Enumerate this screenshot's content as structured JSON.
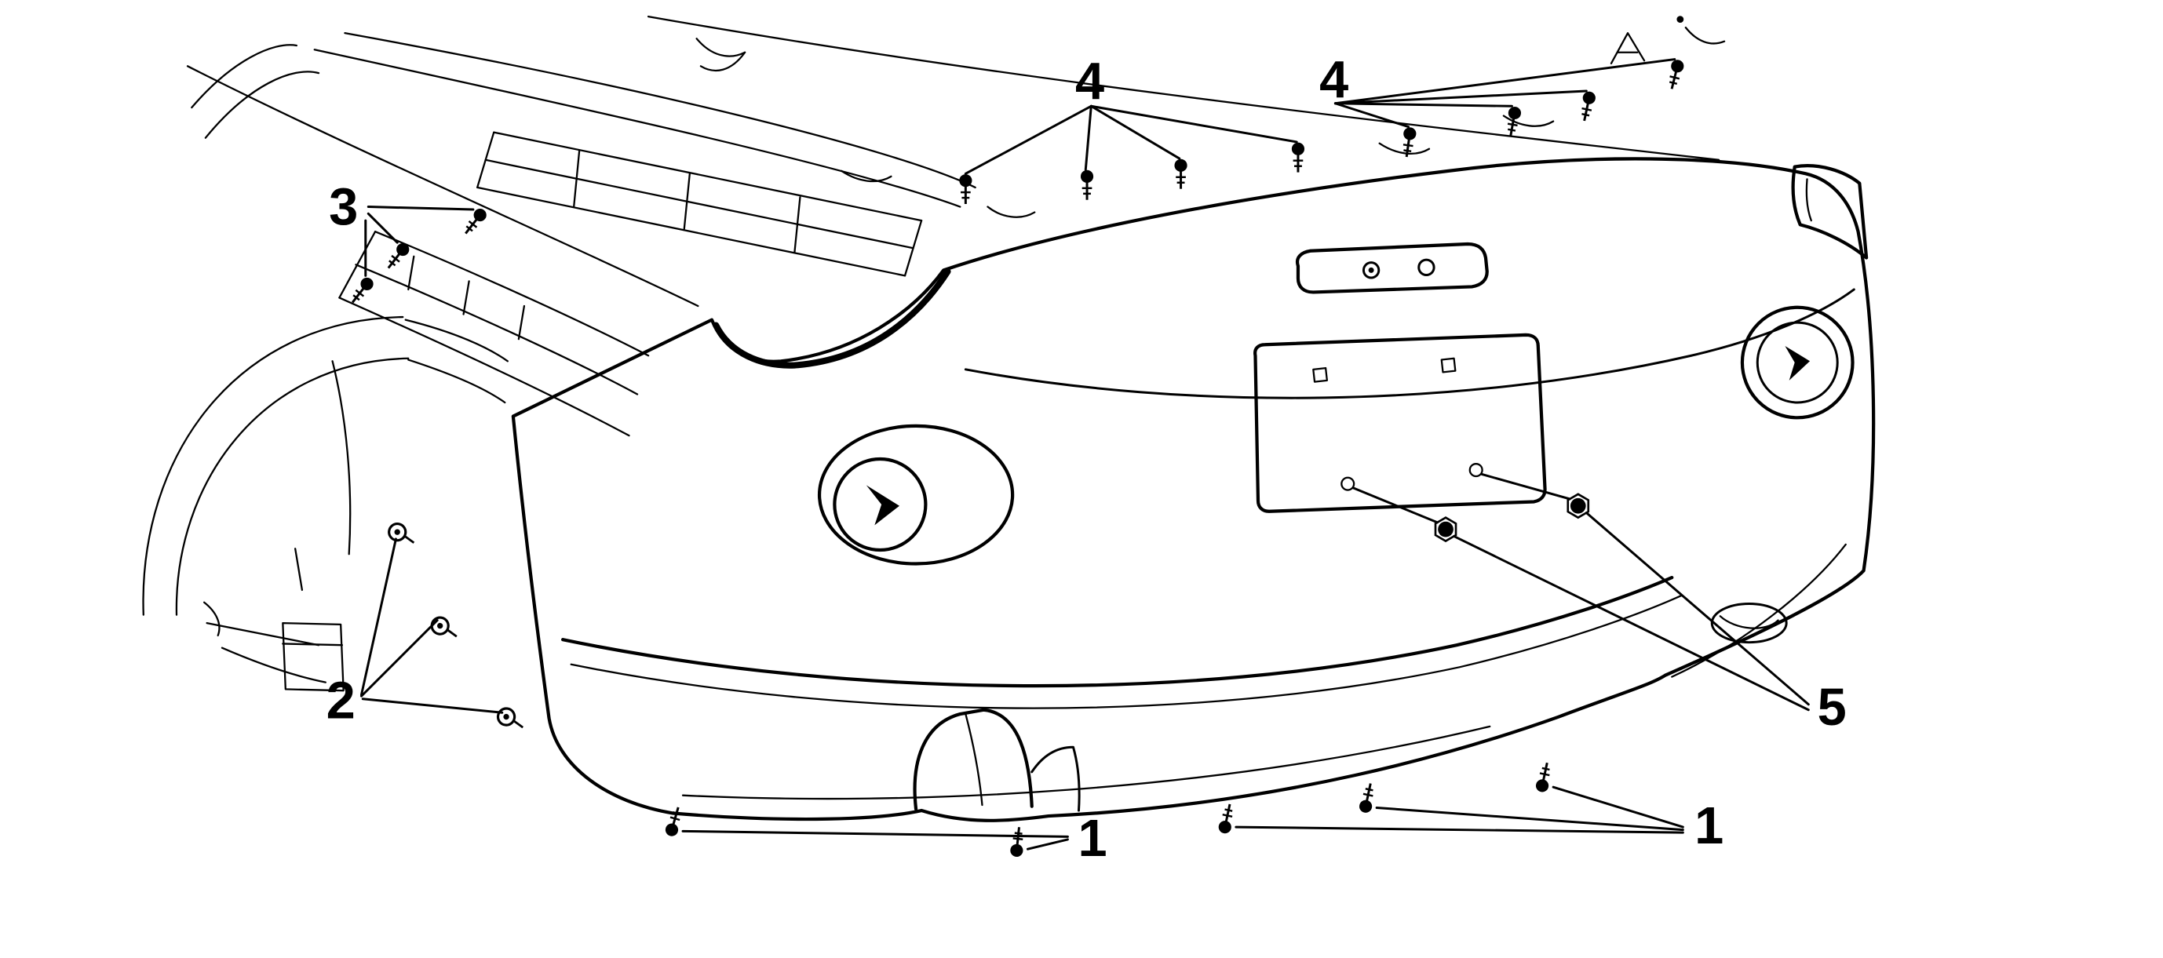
{
  "figure": {
    "background_color": "#ffffff",
    "line_color": "#000000",
    "callouts": [
      {
        "id": "callout-3",
        "label": "3"
      },
      {
        "id": "callout-4-left",
        "label": "4"
      },
      {
        "id": "callout-4-right",
        "label": "4"
      },
      {
        "id": "callout-2",
        "label": "2"
      },
      {
        "id": "callout-5",
        "label": "5"
      },
      {
        "id": "callout-1-left",
        "label": "1"
      },
      {
        "id": "callout-1-right",
        "label": "1"
      }
    ]
  }
}
